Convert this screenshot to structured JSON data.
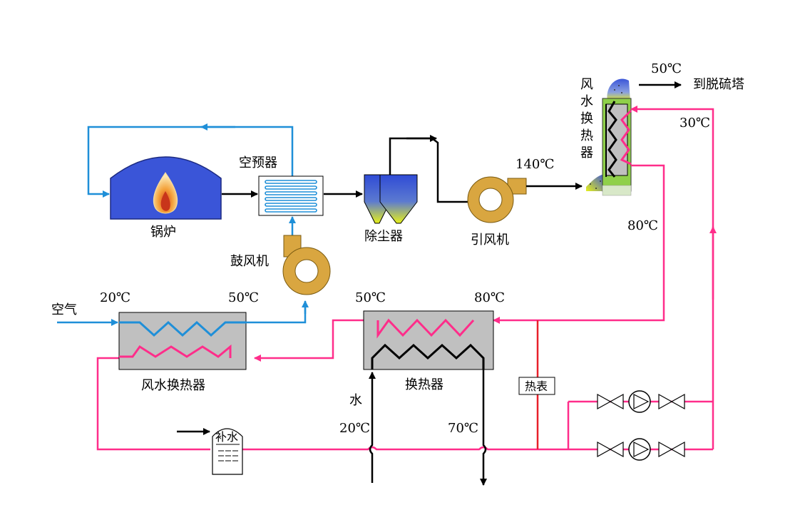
{
  "labels": {
    "boiler": "锅炉",
    "air_preheater": "空预器",
    "dust_collector": "除尘器",
    "induced_fan": "引风机",
    "blower": "鼓风机",
    "air": "空气",
    "air_water_hx_bottom": "风水换热器",
    "heat_exchanger": "换热器",
    "heat_meter": "热表",
    "water": "水",
    "makeup_water": "补水",
    "to_desulfurization": "到脱硫塔",
    "air_water_hx_top": [
      "风",
      "水",
      "换",
      "热",
      "器"
    ]
  },
  "temps": {
    "t140": "140℃",
    "t50_out": "50℃",
    "t30": "30℃",
    "t80_right": "80℃",
    "t20_air": "20℃",
    "t50_air": "50℃",
    "t50_hx": "50℃",
    "t80_hx": "80℃",
    "t20_water": "20℃",
    "t70_water": "70℃"
  },
  "colors": {
    "air_line": "#1f8fd8",
    "hot_water": "#ff2d8a",
    "flue": "#000000",
    "red_line": "#e8202a",
    "boiler": "#3a55d8",
    "hx_body": "#c0c0c0",
    "fan": "#d9a640",
    "tower": "#8fd04a"
  }
}
